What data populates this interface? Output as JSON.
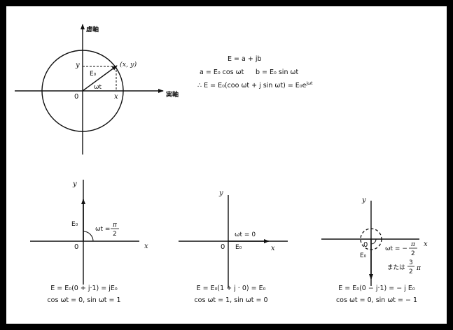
{
  "top": {
    "imag_axis": "虚軸",
    "real_axis": "実軸",
    "y_label": "y",
    "x_label": "x",
    "origin": "0",
    "point": "(x, y)",
    "vector": "E₀",
    "angle": "ωt",
    "eq1": "E = a + jb",
    "eq2a": "a = E₀ cos ωt",
    "eq2b": "b = E₀ sin ωt",
    "eq3": "∴ E = E₀(coo ωt + j sin ωt) = E₀e",
    "eq3_exp": "jωt"
  },
  "panels": [
    {
      "y_label": "y",
      "x_label": "x",
      "origin": "0",
      "vector": "E₀",
      "angle_lhs": "ωt =",
      "angle_num": "π",
      "angle_den": "2",
      "cap1": "E = E₀(0 + j·1) = jE₀",
      "cap2": "cos ωt = 0, sin ωt = 1"
    },
    {
      "y_label": "y",
      "x_label": "x",
      "origin": "0",
      "vector": "E₀",
      "angle_lhs": "ωt = 0",
      "cap1": "E = E₀(1 + j · 0) = E₀",
      "cap2": "cos ωt = 1, sin ωt = 0"
    },
    {
      "y_label": "y",
      "x_label": "x",
      "origin": "0",
      "vector": "E₀",
      "angle_lhs": "ωt = −",
      "angle_num": "π",
      "angle_den": "2",
      "alt_prefix": "または",
      "alt_num": "3",
      "alt_den": "2",
      "alt_suffix": "π",
      "cap1": "E = E₀(0 − j·1) = − j E₀",
      "cap2": "cos ωt = 0, sin ωt = − 1"
    }
  ]
}
